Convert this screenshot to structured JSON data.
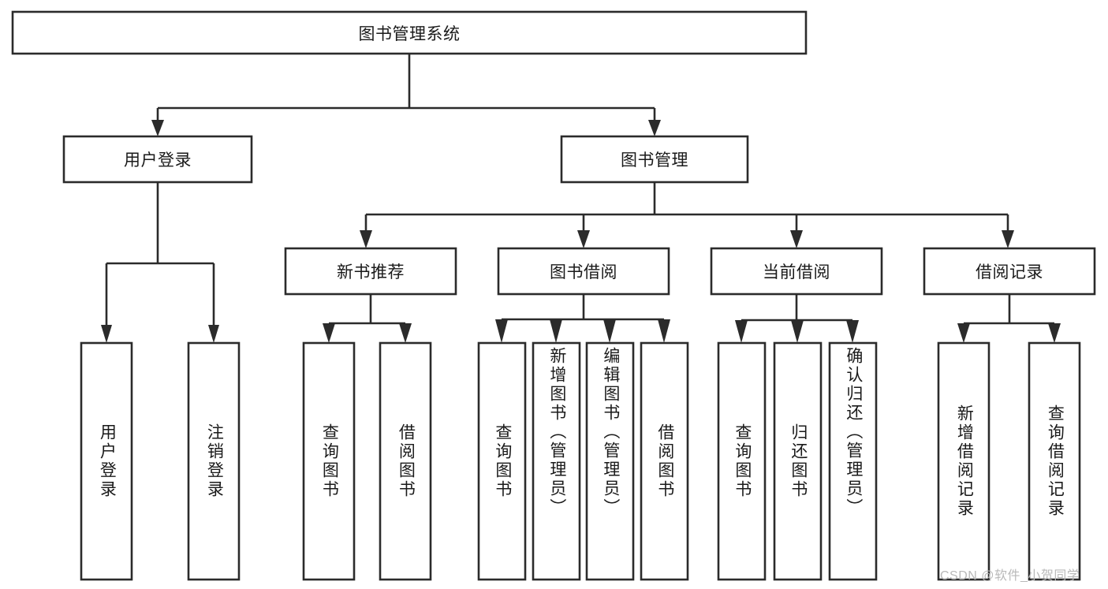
{
  "diagram": {
    "type": "tree-hierarchy",
    "title": "图书管理系统",
    "watermark": "CSDN @软件_小贺同学",
    "colors": {
      "stroke": "#2b2b2b",
      "fill": "#ffffff",
      "background": "#ffffff",
      "watermark": "#b9b9b9"
    },
    "root": {
      "label": "图书管理系统",
      "level": 0
    },
    "level1": [
      {
        "label": "用户登录"
      },
      {
        "label": "图书管理"
      }
    ],
    "level2": [
      {
        "label": "新书推荐",
        "parent": "图书管理"
      },
      {
        "label": "图书借阅",
        "parent": "图书管理"
      },
      {
        "label": "当前借阅",
        "parent": "图书管理"
      },
      {
        "label": "借阅记录",
        "parent": "图书管理"
      }
    ],
    "leaves": {
      "user_login": [
        {
          "label": "用户登录"
        },
        {
          "label": "注销登录"
        }
      ],
      "new_book": [
        {
          "label": "查询图书"
        },
        {
          "label": "借阅图书"
        }
      ],
      "book_borrow": [
        {
          "label": "查询图书"
        },
        {
          "label": "新增图书（管理员）"
        },
        {
          "label": "编辑图书（管理员）"
        },
        {
          "label": "借阅图书"
        }
      ],
      "current_borrow": [
        {
          "label": "查询图书"
        },
        {
          "label": "归还图书"
        },
        {
          "label": "确认归还（管理员）"
        }
      ],
      "borrow_record": [
        {
          "label": "新增借阅记录"
        },
        {
          "label": "查询借阅记录"
        }
      ]
    }
  }
}
